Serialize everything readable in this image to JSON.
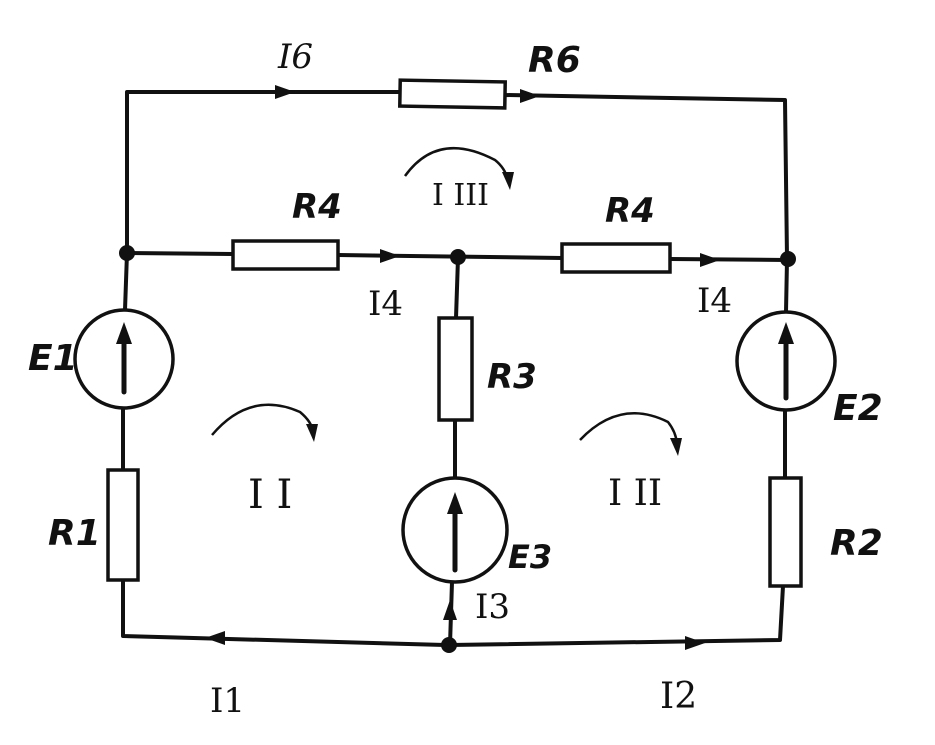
{
  "labels": {
    "r6": "R6",
    "r4_left": "R4",
    "r4_right": "R4",
    "r3": "R3",
    "r1": "R1",
    "r2": "R2",
    "e1": "E1",
    "e2": "E2",
    "e3": "E3"
  },
  "currents": {
    "i6": "I6",
    "i4_left": "I4",
    "i4_right": "I4",
    "i3": "I3",
    "i1": "I1",
    "i2": "I2"
  },
  "loop_currents": {
    "loop_i": "I I",
    "loop_ii": "I II",
    "loop_iii": "I III"
  },
  "colors": {
    "ink": "#111111",
    "paper": "#ffffff"
  }
}
